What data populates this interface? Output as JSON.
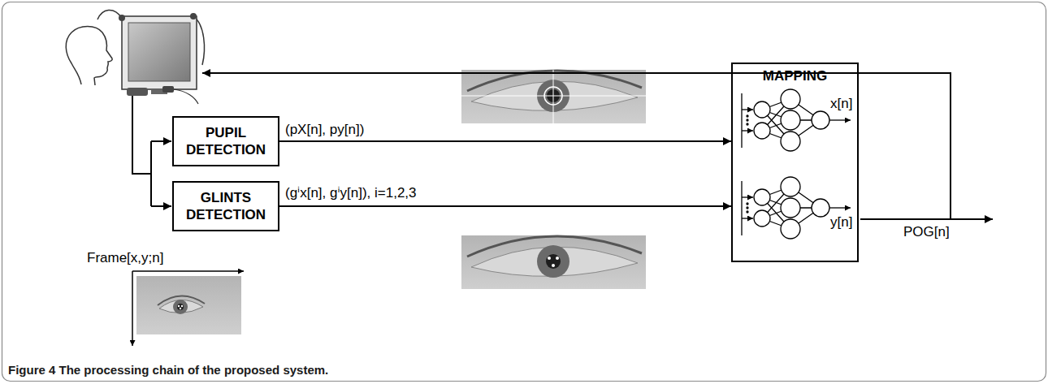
{
  "diagram": {
    "caption": "Figure 4 The processing chain of the proposed system.",
    "nodes": [
      {
        "text": [
          "PUPIL DETECTION"
        ]
      },
      {
        "text": [
          "GLINTS DETECTION"
        ]
      },
      {
        "text": [
          "MAPPING"
        ]
      }
    ],
    "edges": [
      {
        "from": 0,
        "to": 2,
        "arrow": "to",
        "label": "(pX[n], py[n])"
      },
      {
        "from": 1,
        "to": 2,
        "arrow": "to",
        "label": "(gⁱx[n], gⁱy[n]), i=1,2,3"
      }
    ],
    "labels": [
      "Frame[x,y;n]",
      "x[n]",
      "y[n]",
      "POG[n]"
    ]
  }
}
